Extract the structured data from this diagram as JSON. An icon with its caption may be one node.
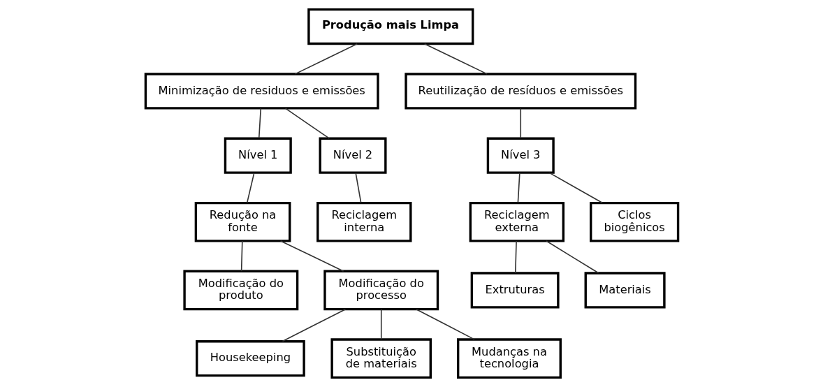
{
  "diagram": {
    "nodes": [
      {
        "text": [
          "Produção mais Limpa"
        ]
      },
      {
        "text": [
          "Minimização de residuos e emissões"
        ]
      },
      {
        "text": [
          "Reutilização de resíduos e emissões"
        ]
      },
      {
        "text": [
          "Nível 1"
        ]
      },
      {
        "text": [
          "Nível 2"
        ]
      },
      {
        "text": [
          "Nível 3"
        ]
      },
      {
        "text": [
          "Redução na fonte"
        ]
      },
      {
        "text": [
          "Reciclagem interna"
        ]
      },
      {
        "text": [
          "Reciclagem externa"
        ]
      },
      {
        "text": [
          "Ciclos biogênicos"
        ]
      },
      {
        "text": [
          "Modificação do produto"
        ]
      },
      {
        "text": [
          "Modificação do processo"
        ]
      },
      {
        "text": [
          "Extruturas"
        ]
      },
      {
        "text": [
          "Materiais"
        ]
      },
      {
        "text": [
          "Housekeeping"
        ]
      },
      {
        "text": [
          "Substituição de materiais"
        ]
      },
      {
        "text": [
          "Mudanças na tecnologia"
        ]
      }
    ],
    "edges": [
      {
        "from": 0,
        "to": 1,
        "arrow": "none"
      },
      {
        "from": 0,
        "to": 2,
        "arrow": "none"
      },
      {
        "from": 1,
        "to": 3,
        "arrow": "none"
      },
      {
        "from": 1,
        "to": 4,
        "arrow": "none"
      },
      {
        "from": 2,
        "to": 5,
        "arrow": "none"
      },
      {
        "from": 3,
        "to": 6,
        "arrow": "none"
      },
      {
        "from": 4,
        "to": 7,
        "arrow": "none"
      },
      {
        "from": 5,
        "to": 8,
        "arrow": "none"
      },
      {
        "from": 5,
        "to": 9,
        "arrow": "none"
      },
      {
        "from": 6,
        "to": 10,
        "arrow": "none"
      },
      {
        "from": 6,
        "to": 11,
        "arrow": "none"
      },
      {
        "from": 8,
        "to": 12,
        "arrow": "none"
      },
      {
        "from": 8,
        "to": 13,
        "arrow": "none"
      },
      {
        "from": 11,
        "to": 14,
        "arrow": "none"
      },
      {
        "from": 11,
        "to": 15,
        "arrow": "none"
      },
      {
        "from": 11,
        "to": 16,
        "arrow": "none"
      }
    ]
  }
}
